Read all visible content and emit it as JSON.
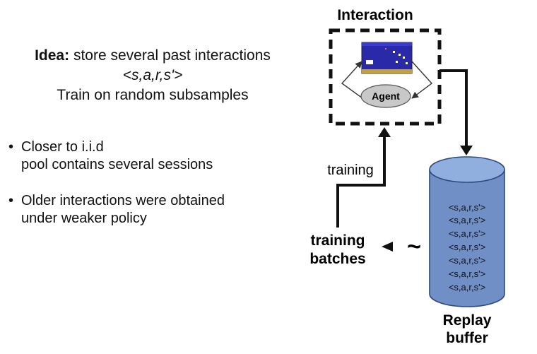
{
  "idea": {
    "label": "Idea:",
    "line1_rest": "store several past interactions",
    "tuple": "<s,a,r,s'>",
    "line3": "Train on random subsamples"
  },
  "bullets": [
    {
      "line1": "Closer to i.i.d",
      "line2": "pool contains several sessions"
    },
    {
      "line1": "Older interactions were obtained",
      "line2": "under weaker policy"
    }
  ],
  "diagram": {
    "interaction_title": "Interaction",
    "agent_label": "Agent",
    "training_label": "training",
    "batches_label_1": "training",
    "batches_label_2": "batches",
    "tilde": "~",
    "buffer_rows": [
      "<s,a,r,s'>",
      "<s,a,r,s'>",
      "<s,a,r,s'>",
      "<s,a,r,s'>",
      "<s,a,r,s'>",
      "<s,a,r,s'>",
      "<s,a,r,s'>"
    ],
    "buffer_title_1": "Replay",
    "buffer_title_2": "buffer"
  },
  "colors": {
    "cylinder_fill": "#6f8fc6",
    "cylinder_top": "#90aede",
    "cylinder_stroke": "#2c4a7e",
    "agent_fill": "#c8c8c8",
    "game_screen": "#2a2aa8"
  }
}
